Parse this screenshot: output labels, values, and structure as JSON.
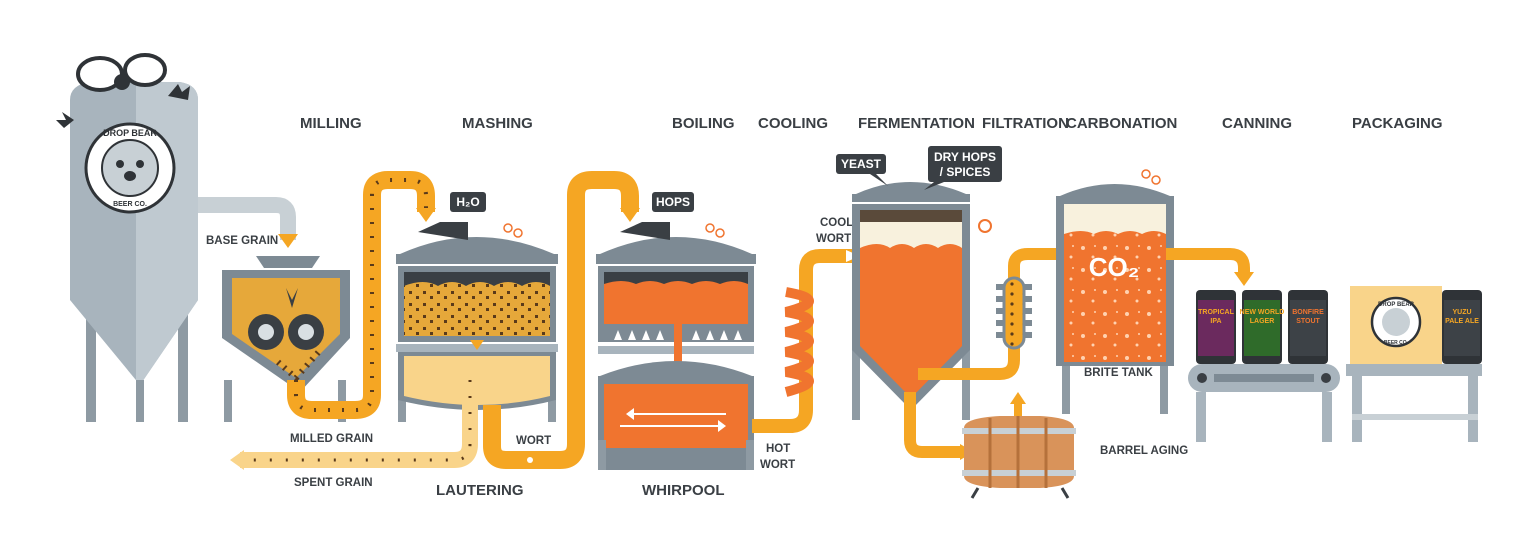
{
  "stages": {
    "milling": "MILLING",
    "mashing": "MASHING",
    "lautering": "LAUTERING",
    "boiling": "BOILING",
    "whirpool": "WHIRPOOL",
    "cooling": "COOLING",
    "fermentation": "FERMENTATION",
    "filtration": "FILTRATION",
    "carbonation": "CARBONATION",
    "canning": "CANNING",
    "packaging": "PACKAGING"
  },
  "labels": {
    "base_grain": "BASE GRAIN",
    "milled_grain": "MILLED GRAIN",
    "spent_grain": "SPENT GRAIN",
    "wort": "WORT",
    "hot_wort_1": "HOT",
    "hot_wort_2": "WORT",
    "cool_wort_1": "COOL",
    "cool_wort_2": "WORT",
    "barrel_aging": "BARREL AGING",
    "brite_tank": "BRITE TANK"
  },
  "tags": {
    "h2o": "H₂O",
    "hops": "HOPS",
    "yeast": "YEAST",
    "dry_hops_1": "DRY HOPS",
    "dry_hops_2": "/ SPICES",
    "co2": "CO₂"
  },
  "brand": {
    "line1": "DROP BEAR",
    "line2": "BEER CO."
  },
  "cans": [
    {
      "line1": "TROPICAL",
      "line2": "IPA",
      "color": "#6b2a5e"
    },
    {
      "line1": "NEW WORLD",
      "line2": "LAGER",
      "color": "#2f6b2a"
    },
    {
      "line1": "BONFIRE",
      "line2": "STOUT",
      "color": "#2f3337"
    }
  ],
  "box_can": {
    "line1": "YUZU",
    "line2": "PALE ALE"
  },
  "colors": {
    "steel": "#a8b4bd",
    "steel_dark": "#7d8a94",
    "charcoal": "#3a3f44",
    "orange": "#f0742f",
    "amber": "#f5a623",
    "grain": "#e6a83a",
    "cream": "#f8f1dd"
  }
}
